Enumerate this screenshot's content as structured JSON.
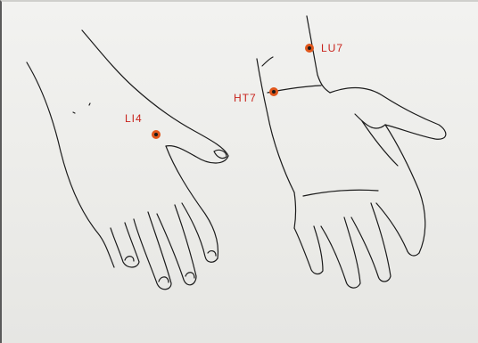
{
  "points": [
    {
      "id": "li4",
      "label": "LI4"
    },
    {
      "id": "ht7",
      "label": "HT7"
    },
    {
      "id": "lu7",
      "label": "LU7"
    }
  ],
  "colors": {
    "paper": "#efefed",
    "ink": "#1c1c1c",
    "point_ring": "#e0561b",
    "point_center": "#1a1a1a",
    "label": "#c8231c"
  }
}
